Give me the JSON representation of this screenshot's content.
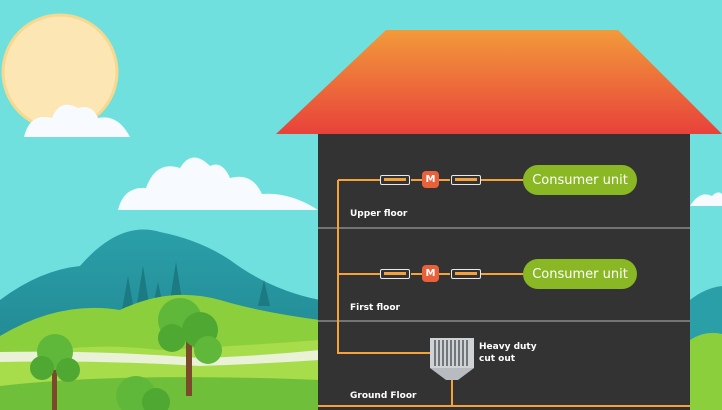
{
  "colors": {
    "sky": "#6fe0dd",
    "sun": "#fbe6b4",
    "roof_top": "#f29a3a",
    "roof_bottom": "#e8423a",
    "wall": "#333333",
    "wire": "#f5a23a",
    "consumer_unit": "#8ab825",
    "meter": "#e8613a"
  },
  "floors": [
    {
      "label": "Upper floor",
      "consumer_unit": "Consumer unit",
      "meter": "M"
    },
    {
      "label": "First floor",
      "consumer_unit": "Consumer unit",
      "meter": "M"
    },
    {
      "label": "Ground Floor"
    }
  ],
  "cutout": {
    "label_line1": "Heavy duty",
    "label_line2": "cut out"
  }
}
